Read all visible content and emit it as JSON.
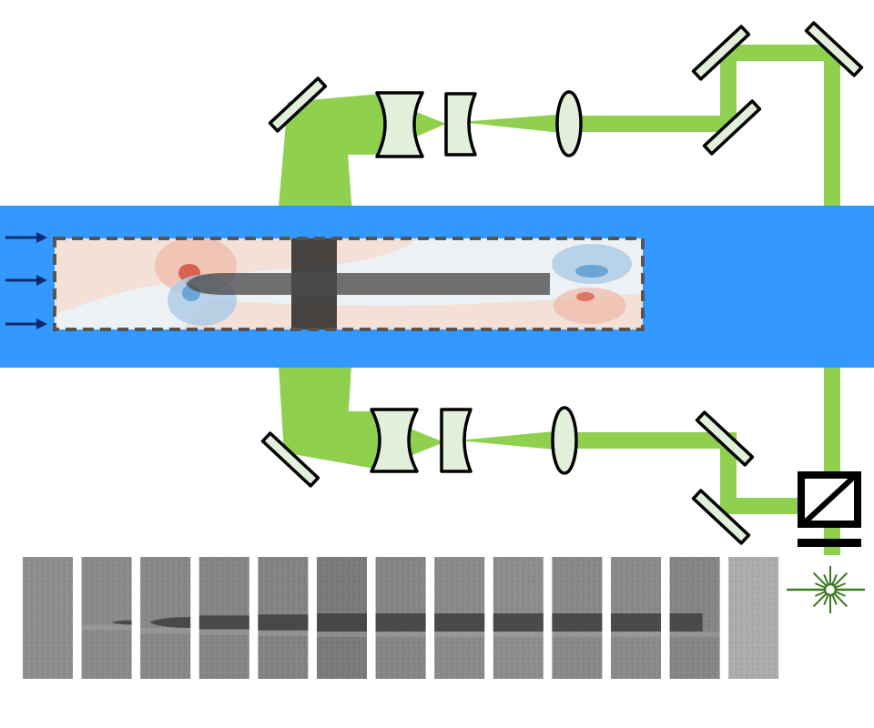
{
  "diagram": {
    "colors": {
      "background": "#ffffff",
      "flow_channel": "#3399ff",
      "laser_beam": "#8fd14f",
      "optic_fill": "#e2efd9",
      "optic_stroke": "#000000",
      "flow_arrow": "#0d2a6e",
      "measurement_box_border": "#555555",
      "contour_light": "#eef1f3",
      "contour_warm": "#f4d9cd",
      "contour_red": "#d9614f",
      "contour_blue": "#6aa5d4",
      "laser_source": "#3d7a22",
      "body_shadow": "#4a4a4a"
    },
    "components": {
      "flow_channel": "flow-channel",
      "flow_arrows": 3,
      "measurement_window": "measurement-window",
      "upper_optics": [
        "mirror",
        "concave-lens",
        "concave-lens",
        "convex-lens",
        "mirror",
        "mirror"
      ],
      "lower_optics": [
        "mirror",
        "concave-lens",
        "concave-lens",
        "convex-lens",
        "mirror",
        "mirror"
      ],
      "beam_splitter": "beam-splitter-icon",
      "laser_source": "laser-source-icon"
    },
    "image_strip": {
      "frame_count": 13,
      "frames": [
        {
          "shade": "#8d8d8d",
          "body": 0
        },
        {
          "shade": "#8a8a8a",
          "body": 0.12
        },
        {
          "shade": "#878787",
          "body": 0.3
        },
        {
          "shade": "#858585",
          "body": 0.38
        },
        {
          "shade": "#838383",
          "body": 0.44
        },
        {
          "shade": "#7a7a7a",
          "body": 0.5
        },
        {
          "shade": "#858585",
          "body": 0.5
        },
        {
          "shade": "#8a8a8a",
          "body": 0.5
        },
        {
          "shade": "#8c8c8c",
          "body": 0.5
        },
        {
          "shade": "#888888",
          "body": 0.5
        },
        {
          "shade": "#8a8a8a",
          "body": 0.5
        },
        {
          "shade": "#858585",
          "body": 0.5
        },
        {
          "shade": "#acacac",
          "body": 0
        }
      ]
    }
  }
}
